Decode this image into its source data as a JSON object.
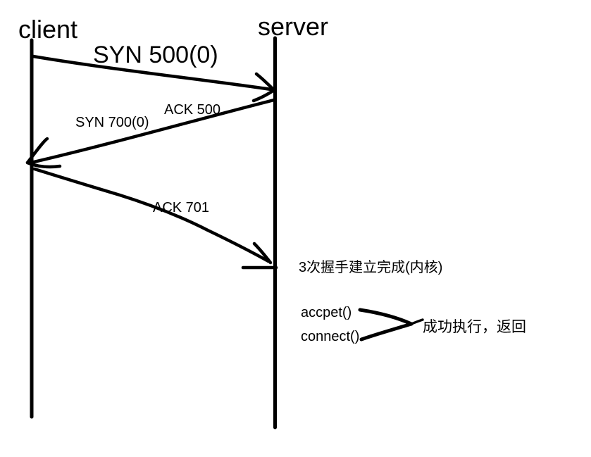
{
  "diagram": {
    "actors": {
      "client": "client",
      "server": "server"
    },
    "messages": {
      "syn": "SYN 500(0)",
      "ack500": "ACK 500",
      "syn700": "SYN 700(0)",
      "ack701": "ACK 701"
    },
    "annotations": {
      "handshake_complete": "3次握手建立完成(内核)",
      "accept_call": "accpet()",
      "connect_call": "connect()",
      "success_note": "成功执行，返回"
    },
    "colors": {
      "ink": "#000000",
      "background": "#ffffff"
    }
  }
}
